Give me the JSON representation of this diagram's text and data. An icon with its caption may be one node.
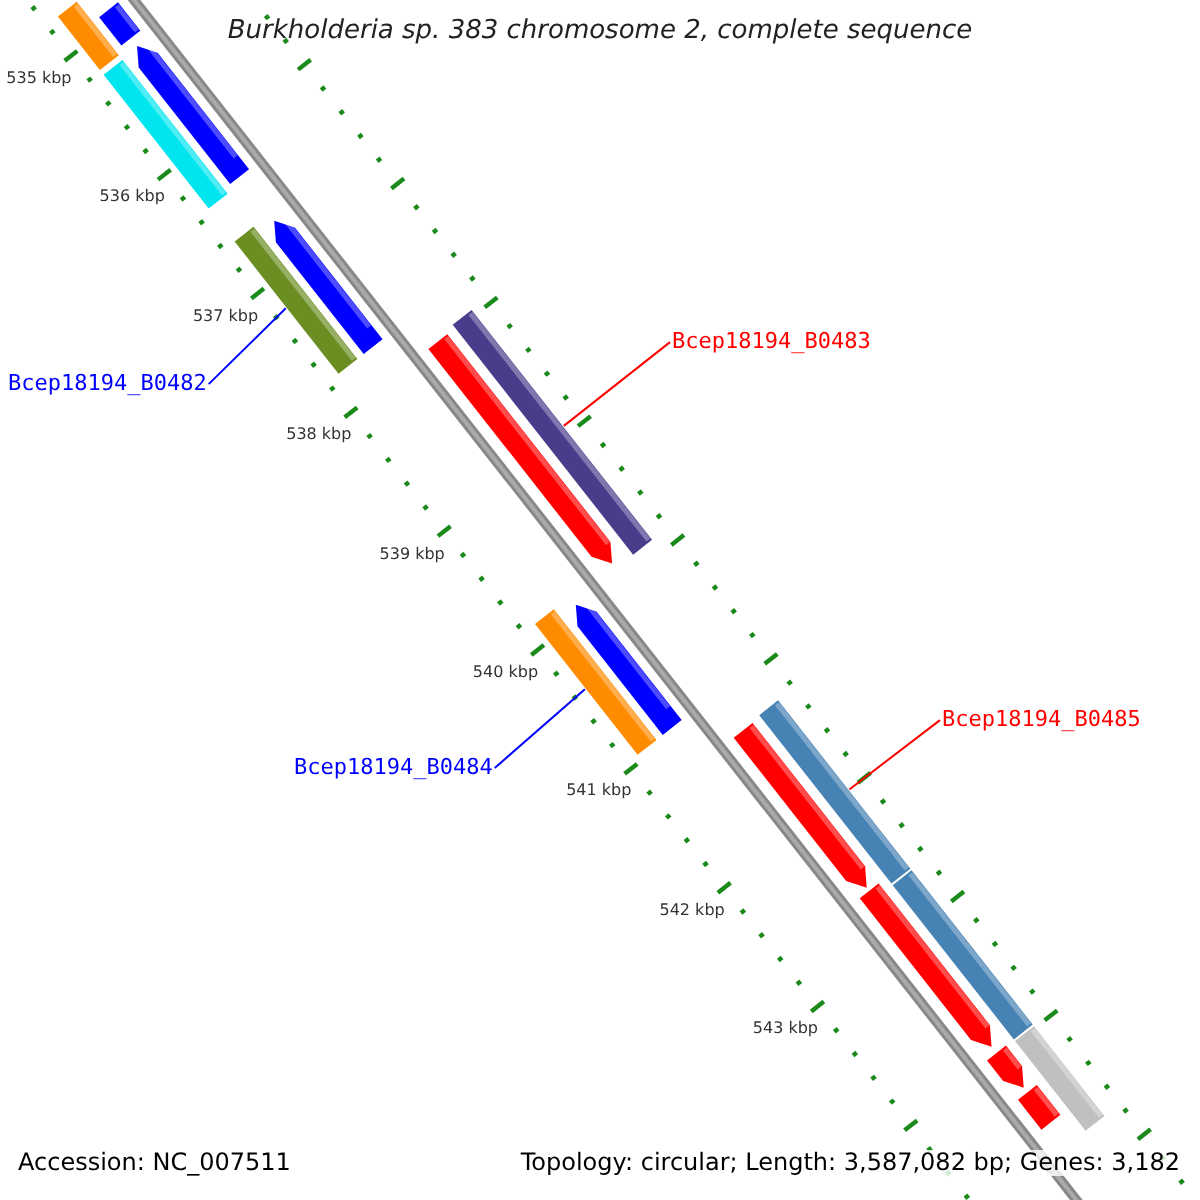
{
  "diagram": {
    "title": "Burkholderia sp. 383 chromosome 2, complete sequence",
    "nodes": [
      {
        "text": [
          "Bcep18194_B0482"
        ]
      },
      {
        "text": [],
        "shape": "bar"
      },
      {
        "text": [
          "Bcep18194_B0483"
        ]
      },
      {
        "text": [],
        "shape": "bar"
      },
      {
        "text": [
          "Bcep18194_B0484"
        ]
      },
      {
        "text": [],
        "shape": "bar"
      },
      {
        "text": [
          "Bcep18194_B0485"
        ]
      },
      {
        "text": [],
        "shape": "bar"
      },
      {
        "text": [],
        "shape": "bar"
      },
      {
        "text": [],
        "shape": "bar"
      },
      {
        "text": [],
        "shape": "bar"
      },
      {
        "text": [],
        "shape": "bar"
      },
      {
        "text": [],
        "shape": "bar"
      },
      {
        "text": [],
        "shape": "bar"
      },
      {
        "text": [],
        "shape": "bar"
      },
      {
        "text": [],
        "shape": "bar"
      },
      {
        "text": [],
        "shape": "bar"
      },
      {
        "text": [],
        "shape": "bar"
      },
      {
        "text": [],
        "shape": "bar"
      },
      {
        "text": [],
        "shape": "bar"
      },
      {
        "text": [],
        "shape": "bar"
      }
    ],
    "edges": [
      {
        "from": 0,
        "to": 1,
        "arrow": "none",
        "color": "#0000ff"
      },
      {
        "from": 2,
        "to": 3,
        "arrow": "none",
        "color": "#ff0000"
      },
      {
        "from": 4,
        "to": 5,
        "arrow": "none",
        "color": "#0000ff"
      },
      {
        "from": 6,
        "to": 7,
        "arrow": "none",
        "color": "#ff0000"
      }
    ],
    "labels": [
      "535 kbp",
      "536 kbp",
      "537 kbp",
      "538 kbp",
      "539 kbp",
      "540 kbp",
      "541 kbp",
      "542 kbp",
      "543 kbp",
      "Accession: NC_007511",
      "Topology: circular; Length: 3,587,082 bp; Genes: 3,182"
    ]
  }
}
